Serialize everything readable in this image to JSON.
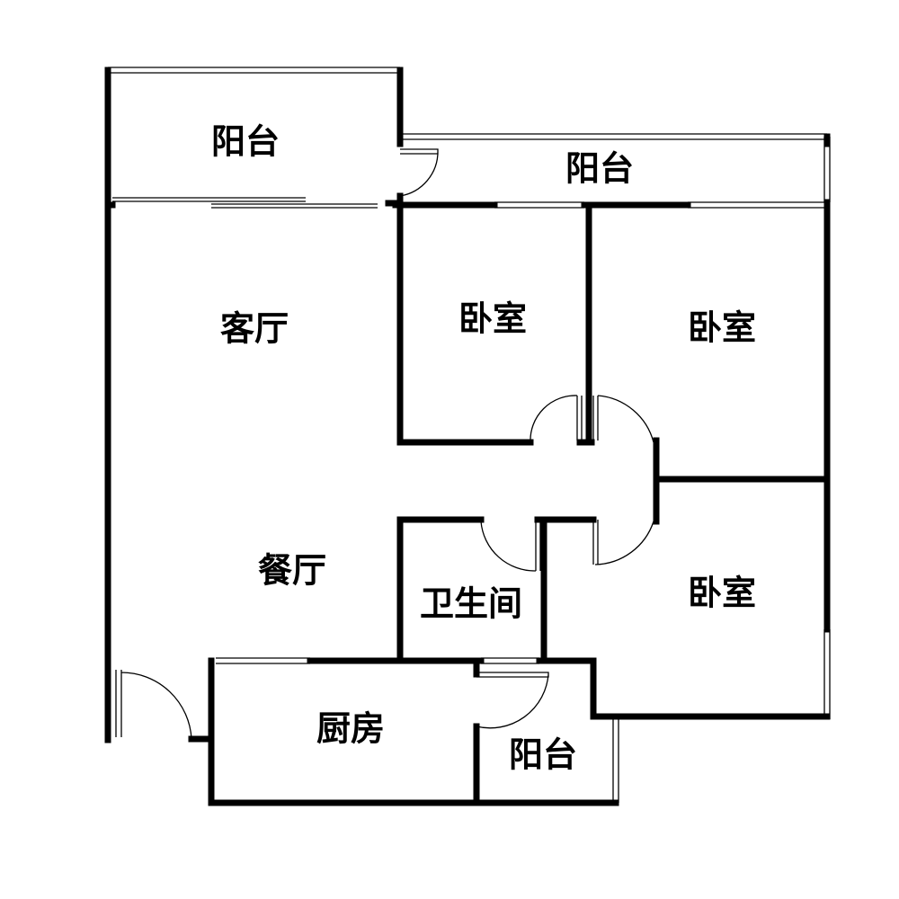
{
  "plan": {
    "rooms": [
      {
        "id": "balcony-top-left",
        "label": "阳台"
      },
      {
        "id": "balcony-top-right",
        "label": "阳台"
      },
      {
        "id": "living-room",
        "label": "客厅"
      },
      {
        "id": "bedroom-1",
        "label": "卧室"
      },
      {
        "id": "bedroom-2",
        "label": "卧室"
      },
      {
        "id": "dining-room",
        "label": "餐厅"
      },
      {
        "id": "bathroom",
        "label": "卫生间"
      },
      {
        "id": "bedroom-3",
        "label": "卧室"
      },
      {
        "id": "kitchen",
        "label": "厨房"
      },
      {
        "id": "balcony-small",
        "label": "阳台"
      }
    ],
    "colors": {
      "wall": "#000000",
      "background": "#ffffff"
    }
  }
}
